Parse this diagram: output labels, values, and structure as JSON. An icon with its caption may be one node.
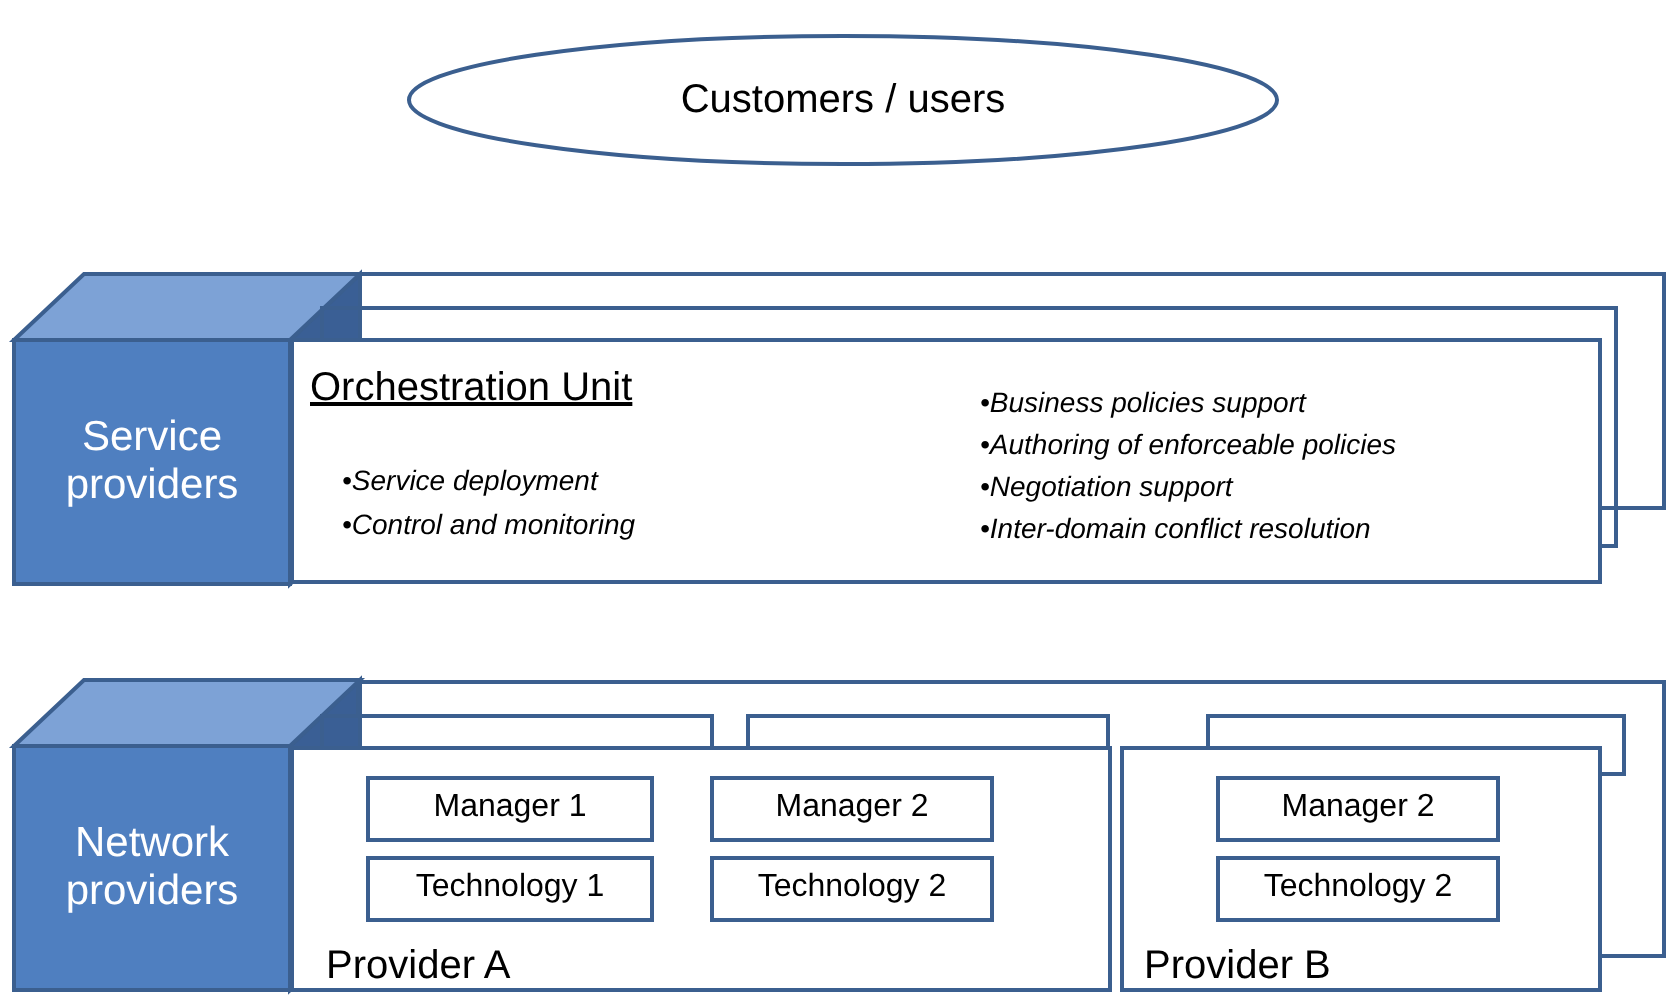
{
  "diagram": {
    "nodes": [
      {
        "text": [
          "Customers / users"
        ]
      },
      {
        "text": [
          "Service providers"
        ]
      },
      {
        "text": [
          "Orchestration Unit",
          "•Service deployment",
          "•Control and monitoring",
          "•Business policies support",
          "•Authoring of enforceable policies",
          "•Negotiation support",
          "•Inter-domain conflict resolution"
        ]
      },
      {
        "text": [
          "Network providers"
        ]
      },
      {
        "text": [
          "Provider A"
        ]
      },
      {
        "text": [
          "Manager 1"
        ],
        "in": 4
      },
      {
        "text": [
          "Manager 2"
        ],
        "in": 4
      },
      {
        "text": [
          "Technology 1"
        ],
        "in": 4
      },
      {
        "text": [
          "Technology 2"
        ],
        "in": 4
      },
      {
        "text": [
          "Provider B"
        ]
      },
      {
        "text": [
          "Manager 2"
        ],
        "in": 9
      },
      {
        "text": [
          "Technology 2"
        ],
        "in": 9
      }
    ]
  }
}
